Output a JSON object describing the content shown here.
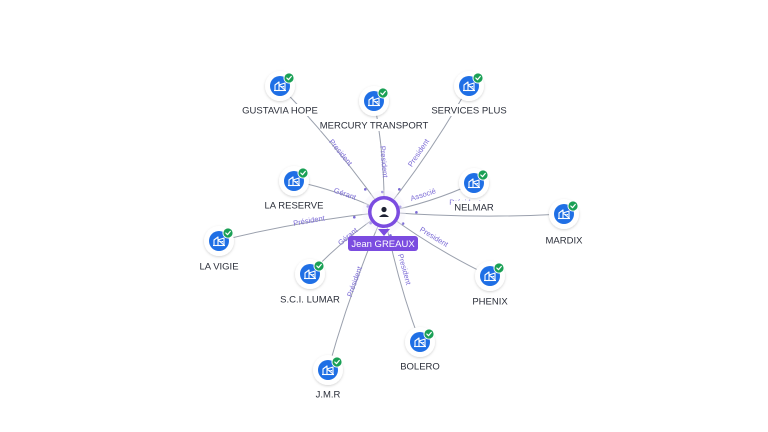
{
  "center": {
    "name": "Jean GREAUX",
    "icon": "person-icon"
  },
  "companies": [
    {
      "id": "gustavia",
      "name": "GUSTAVIA HOPE",
      "relation": "President",
      "icon": "building-icon",
      "verified": true
    },
    {
      "id": "mercury",
      "name": "MERCURY TRANSPORT",
      "relation": "President",
      "icon": "building-icon",
      "verified": true
    },
    {
      "id": "services",
      "name": "SERVICES PLUS",
      "relation": "President",
      "icon": "building-icon",
      "verified": true
    },
    {
      "id": "reserve",
      "name": "LA RESERVE",
      "relation": "Gérant",
      "icon": "building-icon",
      "verified": true
    },
    {
      "id": "nelmar",
      "name": "NELMAR",
      "relation": "Associé",
      "icon": "building-icon",
      "verified": true
    },
    {
      "id": "mardix",
      "name": "MARDIX",
      "relation": "Associé",
      "relation2": "Président",
      "icon": "building-icon",
      "verified": true
    },
    {
      "id": "vigie",
      "name": "LA VIGIE",
      "relation": "Président",
      "icon": "building-icon",
      "verified": true
    },
    {
      "id": "lumar",
      "name": "S.C.I. LUMAR",
      "relation": "Gérant",
      "icon": "building-icon",
      "verified": true
    },
    {
      "id": "phenix",
      "name": "PHENIX",
      "relation": "President",
      "icon": "building-icon",
      "verified": true
    },
    {
      "id": "bolero",
      "name": "BOLERO",
      "relation": "President",
      "icon": "building-icon",
      "verified": true
    },
    {
      "id": "jmr",
      "name": "J.M.R",
      "relation": "Président",
      "icon": "building-icon",
      "verified": true
    }
  ],
  "colors": {
    "company_icon": "#1f6fe5",
    "verified_badge": "#1aa055",
    "person_accent": "#7b4ce0",
    "edge_label": "#7c6cd6"
  }
}
